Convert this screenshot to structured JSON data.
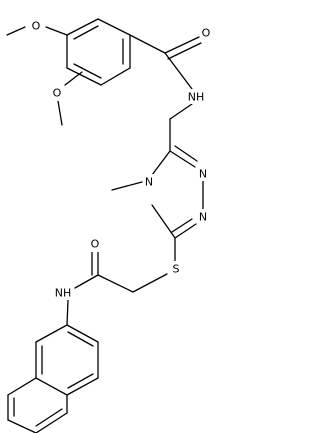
{
  "molecule": {
    "atom_labels": {
      "o_meo_top": "O",
      "o_meo_mid": "O",
      "o_carbonyl_top": "O",
      "nh_top": "NH",
      "n_ring_1": "N",
      "n_ring_2": "N",
      "n_methyl": "N",
      "s_thioether": "S",
      "o_carbonyl_bottom": "O",
      "nh_bottom": "NH"
    }
  }
}
